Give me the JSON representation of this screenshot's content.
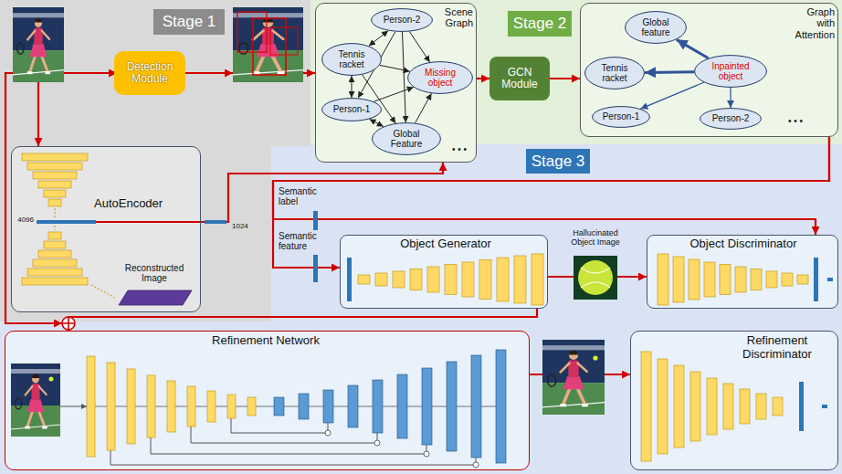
{
  "diagram": {
    "nodes": [
      {
        "text": [
          "Stage 1"
        ]
      },
      {
        "text": [
          "Detection Module"
        ]
      },
      {
        "text": [
          "Scene Graph"
        ]
      },
      {
        "text": [
          "Person-2"
        ],
        "in": 2
      },
      {
        "text": [
          "Tennis racket"
        ],
        "in": 2
      },
      {
        "text": [
          "Missing object"
        ],
        "in": 2
      },
      {
        "text": [
          "Person-1"
        ],
        "in": 2
      },
      {
        "text": [
          "Global Feature"
        ],
        "in": 2
      },
      {
        "text": [
          "Stage 2"
        ]
      },
      {
        "text": [
          "GCN Module"
        ]
      },
      {
        "text": [
          "Graph with Attention"
        ]
      },
      {
        "text": [
          "Global feature"
        ],
        "in": 10
      },
      {
        "text": [
          "Tennis racket"
        ],
        "in": 10
      },
      {
        "text": [
          "Inpainted object"
        ],
        "in": 10
      },
      {
        "text": [
          "Person-1"
        ],
        "in": 10
      },
      {
        "text": [
          "Person-2"
        ],
        "in": 10
      },
      {
        "text": [
          "AutoEncoder",
          "4096",
          "Reconstructed Image"
        ]
      },
      {
        "text": [
          "Stage 3"
        ]
      },
      {
        "text": [
          "Object Generator"
        ]
      },
      {
        "text": [
          "Object Discriminator"
        ]
      },
      {
        "text": [
          "Refinement Network"
        ]
      },
      {
        "text": [
          "Refinement Discriminator"
        ]
      }
    ],
    "edges": [
      {
        "from": 4,
        "to": 3,
        "arrow": "both"
      },
      {
        "from": 4,
        "to": 6,
        "arrow": "both"
      },
      {
        "from": 4,
        "to": 5,
        "arrow": "to"
      },
      {
        "from": 4,
        "to": 7,
        "arrow": "to"
      },
      {
        "from": 3,
        "to": 5,
        "arrow": "to"
      },
      {
        "from": 3,
        "to": 6,
        "arrow": "to"
      },
      {
        "from": 3,
        "to": 7,
        "arrow": "to"
      },
      {
        "from": 6,
        "to": 5,
        "arrow": "to"
      },
      {
        "from": 6,
        "to": 7,
        "arrow": "both"
      },
      {
        "from": 7,
        "to": 5,
        "arrow": "to"
      },
      {
        "from": 2,
        "to": 9,
        "arrow": "to"
      },
      {
        "from": 9,
        "to": 10,
        "arrow": "to"
      },
      {
        "from": 13,
        "to": 11,
        "arrow": "to"
      },
      {
        "from": 13,
        "to": 12,
        "arrow": "to"
      },
      {
        "from": 13,
        "to": 14,
        "arrow": "to"
      },
      {
        "from": 13,
        "to": 15,
        "arrow": "to"
      },
      {
        "from": 16,
        "to": 2,
        "arrow": "to"
      },
      {
        "from": 10,
        "to": 19,
        "arrow": "to"
      },
      {
        "from": 10,
        "to": 18,
        "arrow": "to"
      },
      {
        "from": 18,
        "to": 19,
        "arrow": "to"
      },
      {
        "from": 18,
        "to": 20,
        "arrow": "to"
      },
      {
        "from": 20,
        "to": 21,
        "arrow": "to"
      }
    ],
    "labels": [
      "• • •",
      "• • •",
      "1024",
      "Semantic label",
      "Semantic feature",
      "Hallucinated Object Image"
    ]
  }
}
